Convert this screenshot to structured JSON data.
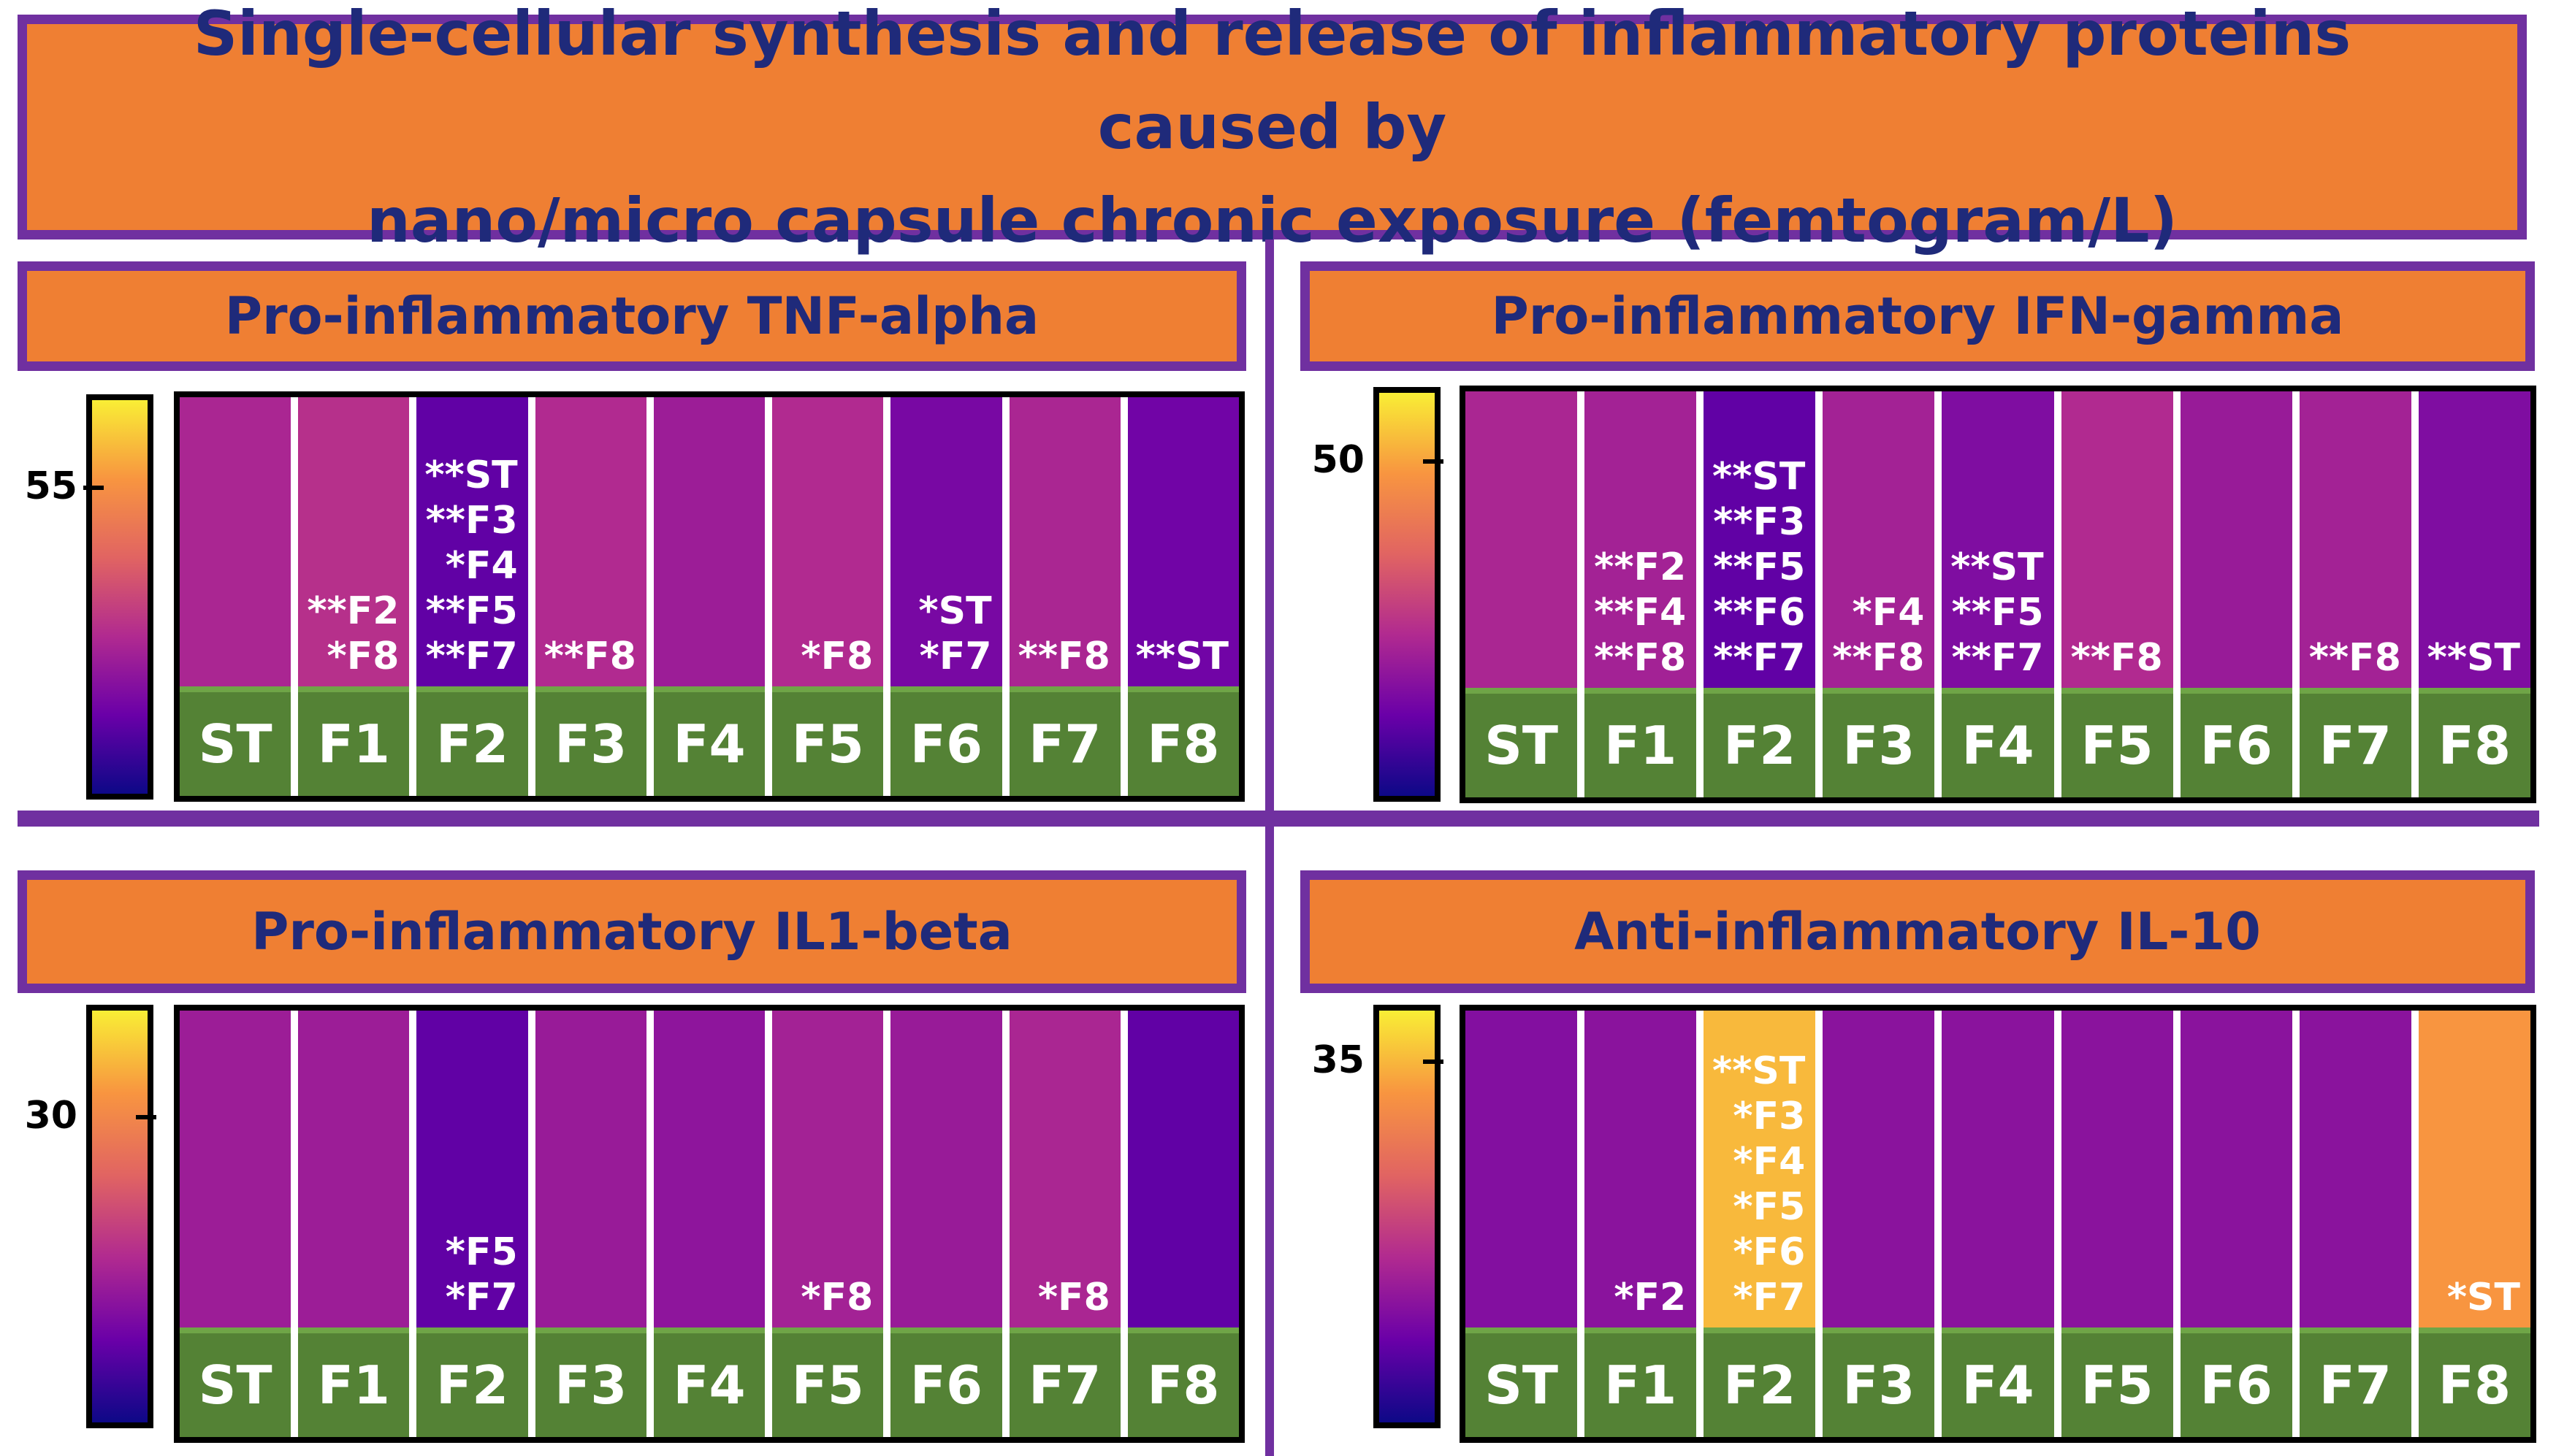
{
  "header": {
    "title_line1": "Single-cellular synthesis and release of inflammatory proteins caused by",
    "title_line2": "nano/micro capsule chronic exposure (femtogram/L)"
  },
  "colors": {
    "panel_fill": "#ef7f33",
    "border_purple": "#7030a0",
    "title_text": "#1f2a7a",
    "base_green": "#548235",
    "colormap": [
      "#0d0887",
      "#6a00a8",
      "#b12a90",
      "#e16462",
      "#f89540",
      "#f9ee35"
    ]
  },
  "chart_data": [
    {
      "type": "heatmap",
      "title": "Pro-inflammatory TNF-alpha",
      "colorbar_tick": 55,
      "categories": [
        "ST",
        "F1",
        "F2",
        "F3",
        "F4",
        "F5",
        "F6",
        "F7",
        "F8"
      ],
      "level": [
        0.38,
        0.42,
        0.18,
        0.4,
        0.34,
        0.4,
        0.24,
        0.38,
        0.22
      ],
      "significance": [
        [],
        [
          "**F2",
          "*F8"
        ],
        [
          "**ST",
          "**F3",
          "*F4",
          "**F5",
          "**F7"
        ],
        [
          "**F8"
        ],
        [],
        [
          "*F8"
        ],
        [
          "*ST",
          "*F7"
        ],
        [
          "**F8"
        ],
        [
          "**ST"
        ]
      ]
    },
    {
      "type": "heatmap",
      "title": "Pro-inflammatory IFN-gamma",
      "colorbar_tick": 50,
      "categories": [
        "ST",
        "F1",
        "F2",
        "F3",
        "F4",
        "F5",
        "F6",
        "F7",
        "F8"
      ],
      "level": [
        0.38,
        0.36,
        0.18,
        0.36,
        0.26,
        0.4,
        0.33,
        0.36,
        0.26
      ],
      "significance": [
        [],
        [
          "**F2",
          "**F4",
          "**F8"
        ],
        [
          "**ST",
          "**F3",
          "**F5",
          "**F6",
          "**F7"
        ],
        [
          "*F4",
          "**F8"
        ],
        [
          "**ST",
          "**F5",
          "**F7"
        ],
        [
          "**F8"
        ],
        [],
        [
          "**F8"
        ],
        [
          "**ST"
        ]
      ]
    },
    {
      "type": "heatmap",
      "title": "Pro-inflammatory IL1-beta",
      "colorbar_tick": 30,
      "categories": [
        "ST",
        "F1",
        "F2",
        "F3",
        "F4",
        "F5",
        "F6",
        "F7",
        "F8"
      ],
      "level": [
        0.34,
        0.34,
        0.18,
        0.33,
        0.3,
        0.36,
        0.33,
        0.38,
        0.18
      ],
      "significance": [
        [],
        [],
        [
          "*F5",
          "*F7"
        ],
        [],
        [],
        [
          "*F8"
        ],
        [],
        [
          "*F8"
        ],
        []
      ]
    },
    {
      "type": "heatmap",
      "title": "Anti-inflammatory IL-10",
      "colorbar_tick": 35,
      "categories": [
        "ST",
        "F1",
        "F2",
        "F3",
        "F4",
        "F5",
        "F6",
        "F7",
        "F8"
      ],
      "level": [
        0.27,
        0.29,
        0.88,
        0.29,
        0.29,
        0.29,
        0.29,
        0.29,
        0.8
      ],
      "significance": [
        [],
        [
          "*F2"
        ],
        [
          "**ST",
          "*F3",
          "*F4",
          "*F5",
          "*F6",
          "*F7"
        ],
        [],
        [],
        [],
        [],
        [],
        [
          "*ST"
        ]
      ]
    }
  ]
}
